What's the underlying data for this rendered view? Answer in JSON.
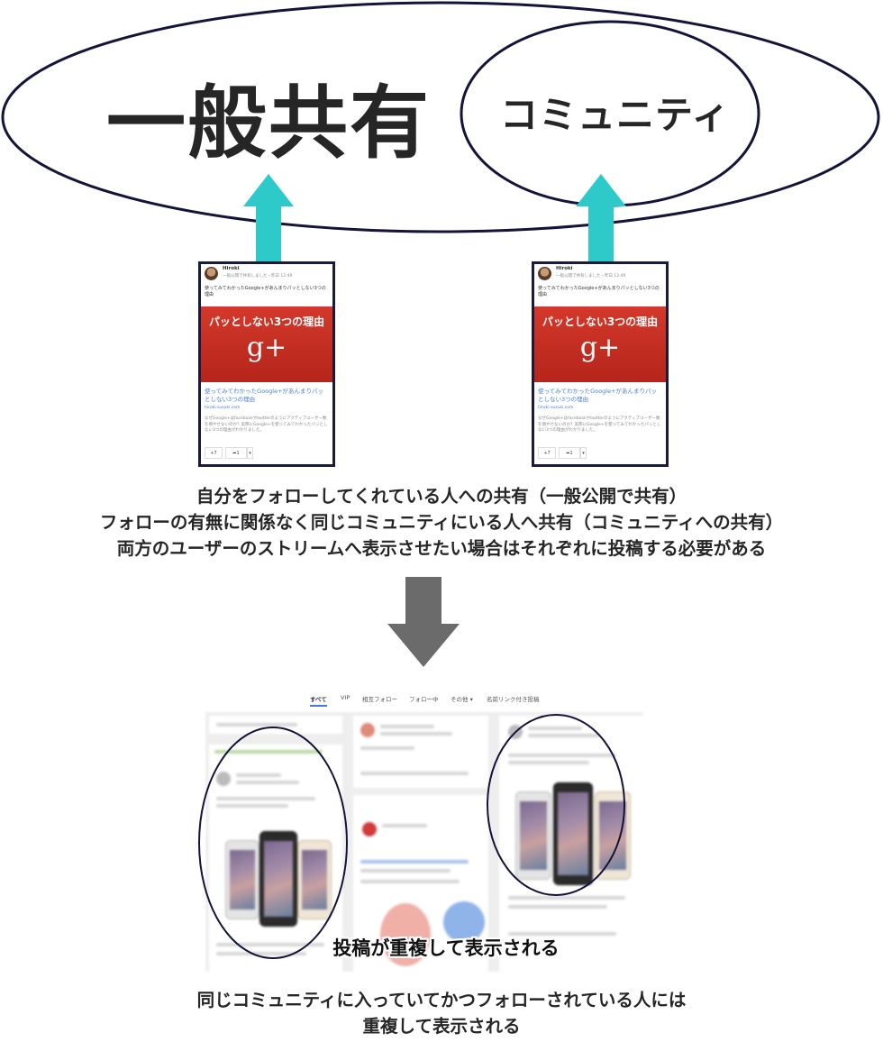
{
  "diagram": {
    "targets": {
      "general_share": "一般共有",
      "community": "コミュニティ"
    },
    "post_card": {
      "author": "Hiroki",
      "meta": "一般公開で共有しました・昨日 12:49",
      "body_text": "使ってみてわかったGoogle+があんまりパッとしない3つの理由",
      "banner_title": "パッとしない3つの理由",
      "banner_logo": "g+",
      "link_title": "使ってみてわかったGoogle+があんまりパッとしない3つの理由",
      "link_url": "hiroki-suzuki.com",
      "snippet": "なぜGoogle+はfacebookやtwitterのようにアクティブユーザー数を増やせないのか？実際にGoogle+を使ってみてわかったパッとしない3つの理由がわかりました。",
      "plus_count": "+7",
      "share_count": "1"
    },
    "explanation_lines": [
      "自分をフォローしてくれている人への共有（一般公開で共有）",
      "フォローの有無に関係なく同じコミュニティにいる人へ共有（コミュニティへの共有）",
      "両方のユーザーのストリームへ表示させたい場合はそれぞれに投稿する必要がある"
    ],
    "stream_tabs": [
      "すべて",
      "VIP",
      "相互フォロー",
      "フォロー中",
      "その他",
      "名前リンク付き投稿"
    ],
    "duplicate_label": "投稿が重複して表示される",
    "conclusion_lines": [
      "同じコミュニティに入っていてかつフォローされている人には",
      "重複して表示される"
    ],
    "colors": {
      "outline": "#14143a",
      "up_arrow": "#2ec9c9",
      "down_arrow": "#6b6b6b",
      "banner_red": "#c8302a",
      "link_blue": "#4a7fd8"
    }
  }
}
